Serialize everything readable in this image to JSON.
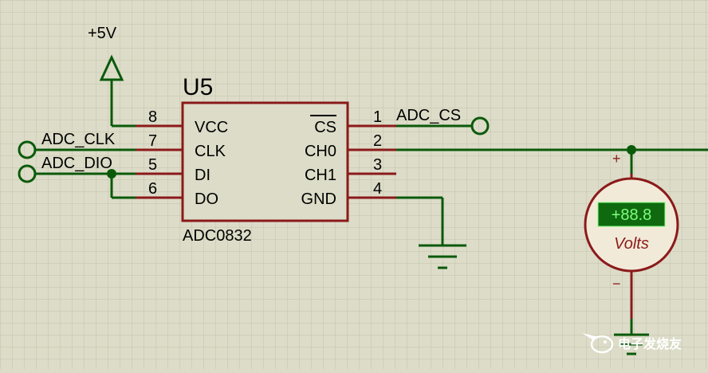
{
  "grid": {
    "background": "#dcdcc8",
    "line": "#c2c2ad"
  },
  "colors": {
    "wire": "#0a5a0a",
    "body": "#8b1a1a",
    "text": "#000000",
    "lcd_bg": "#0f6a0f",
    "lcd_text": "#7cff7c",
    "meter_fill": "#f2ead8"
  },
  "power": {
    "label": "+5V"
  },
  "ic": {
    "refdes": "U5",
    "part": "ADC0832",
    "left_pins": [
      {
        "num": "8",
        "name": "VCC"
      },
      {
        "num": "7",
        "name": "CLK"
      },
      {
        "num": "5",
        "name": "DI"
      },
      {
        "num": "6",
        "name": "DO"
      }
    ],
    "right_pins": [
      {
        "num": "1",
        "name": "CS"
      },
      {
        "num": "2",
        "name": "CH0"
      },
      {
        "num": "3",
        "name": "CH1"
      },
      {
        "num": "4",
        "name": "GND"
      }
    ]
  },
  "nets": {
    "clk": "ADC_CLK",
    "dio": "ADC_DIO",
    "cs": "ADC_CS"
  },
  "voltmeter": {
    "reading": "+88.8",
    "unit": "Volts",
    "plus": "+",
    "minus": "−"
  },
  "watermark": {
    "text": "电子发烧友",
    "icon": "bird-logo-icon"
  }
}
